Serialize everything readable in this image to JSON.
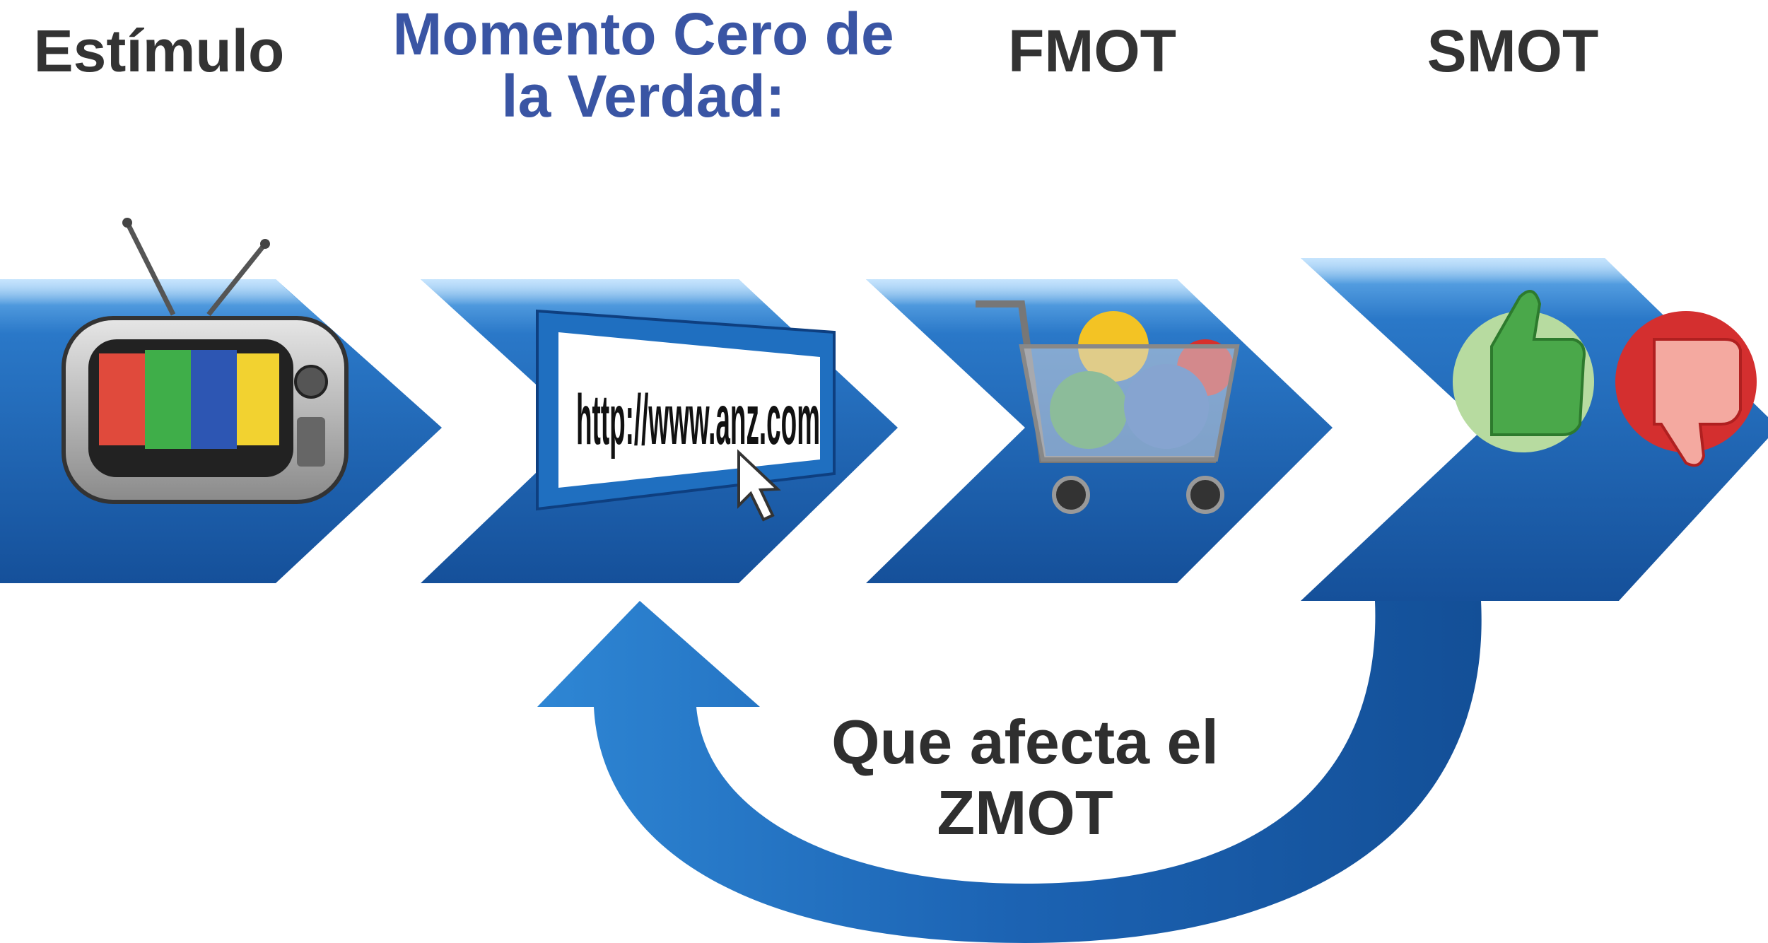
{
  "colors": {
    "chevron_dark": "#1d5fa8",
    "chevron_light": "#5ea8ea",
    "arrow_blue": "#1f6fc0",
    "title_dark": "#333333",
    "title_blue": "#3a55a4"
  },
  "stages": [
    {
      "title": "Estímulo",
      "icon": "tv-icon"
    },
    {
      "title": "Momento Cero de la Verdad:",
      "title_line1": "Momento Cero de",
      "title_line2": "la Verdad:",
      "icon": "browser-url-icon",
      "url_text": "http://www.anz.com"
    },
    {
      "title": "FMOT",
      "icon": "shopping-cart-icon"
    },
    {
      "title": "SMOT",
      "icon": "thumbs-up-down-icon"
    }
  ],
  "loop": {
    "label_line1": "Que afecta el",
    "label_line2": "ZMOT"
  }
}
